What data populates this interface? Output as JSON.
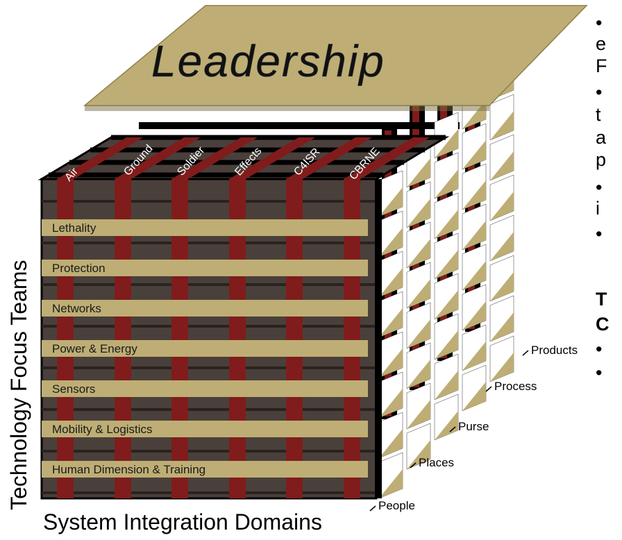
{
  "leadership": "Leadership",
  "domains": [
    "Air",
    "Ground",
    "Soldier",
    "Effects",
    "C4ISR",
    "CBRNE"
  ],
  "focus_teams": [
    "Lethality",
    "Protection",
    "Networks",
    "Power & Energy",
    "Sensors",
    "Mobility & Logistics",
    "Human Dimension & Training"
  ],
  "layers": [
    "People",
    "Places",
    "Purse",
    "Process",
    "Products"
  ],
  "axis_left": "Technology Focus Teams",
  "axis_bottom": "System Integration Domains",
  "right_text": [
    "•",
    "e",
    "F",
    "•",
    "t",
    "a",
    "p",
    "•",
    "i",
    "•"
  ],
  "right_text_bold": [
    "T",
    "C"
  ],
  "right_bullets": [
    "•",
    "•"
  ],
  "colors": {
    "tan": "#BEAE75",
    "maroon": "#801C1C",
    "dark": "#4A403B",
    "black": "#000000"
  }
}
